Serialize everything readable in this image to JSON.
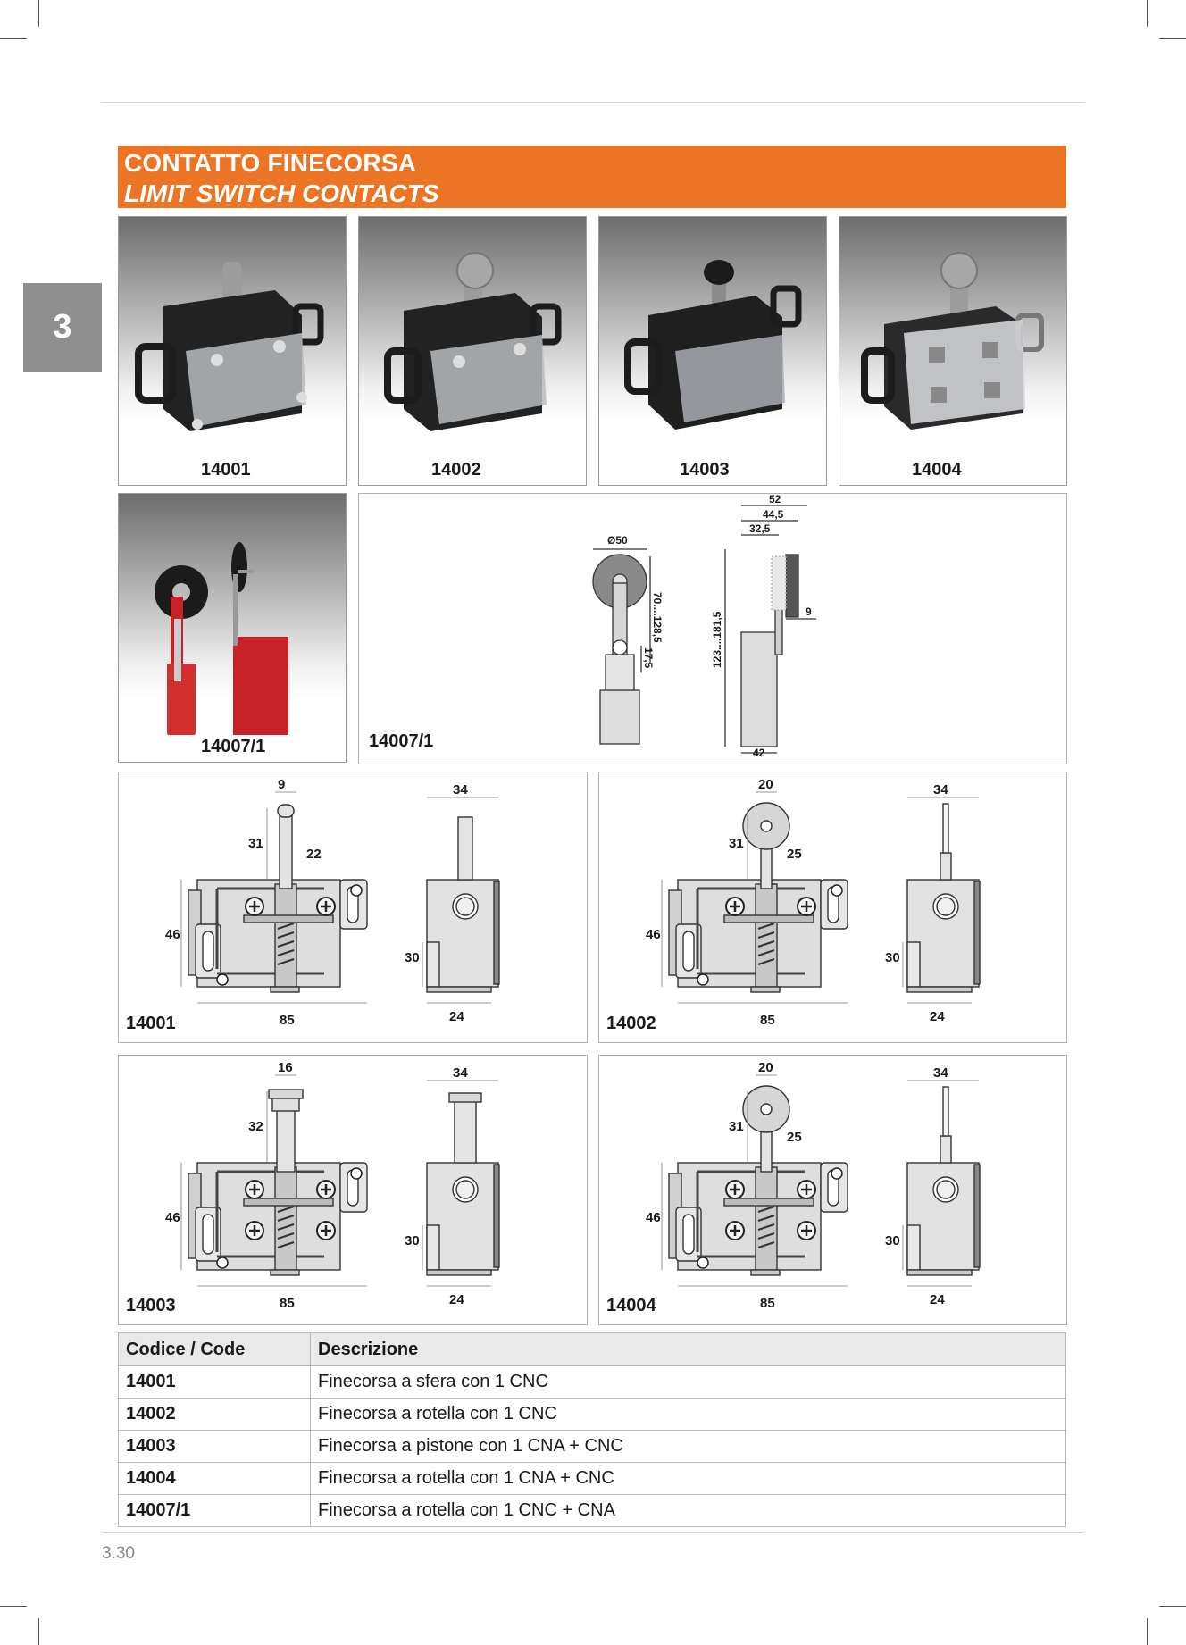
{
  "chapter": "3",
  "banner": {
    "title_it": "CONTATTO FINECORSA",
    "title_en": "LIMIT SWITCH CONTACTS"
  },
  "photos": [
    {
      "code": "14001",
      "actuator": "plunger"
    },
    {
      "code": "14002",
      "actuator": "roller"
    },
    {
      "code": "14003",
      "actuator": "piston"
    },
    {
      "code": "14004",
      "actuator": "roller-open"
    },
    {
      "code": "14007/1",
      "actuator": "roller-lever"
    }
  ],
  "lever_drawing": {
    "code": "14007/1",
    "d_wheel": "Ø50",
    "lever_range": "70....128,5",
    "pivot": "17,5",
    "side_w1": "52",
    "side_w2": "44,5",
    "side_w3": "32,5",
    "height_range": "123....181,5",
    "wheel_t": "9",
    "base": "42"
  },
  "drawings": [
    {
      "code": "14001",
      "top": "9",
      "stem": "31",
      "stem_w": "22",
      "h": "46",
      "w": "85",
      "side_w": "34",
      "side_h": "30",
      "side_d": "24"
    },
    {
      "code": "14002",
      "top": "20",
      "stem": "31",
      "stem_w": "25",
      "h": "46",
      "w": "85",
      "side_w": "34",
      "side_h": "30",
      "side_d": "24"
    },
    {
      "code": "14003",
      "top": "16",
      "stem": "32",
      "stem_w": "",
      "h": "46",
      "w": "85",
      "side_w": "34",
      "side_h": "30",
      "side_d": "24"
    },
    {
      "code": "14004",
      "top": "20",
      "stem": "31",
      "stem_w": "25",
      "h": "46",
      "w": "85",
      "side_w": "34",
      "side_h": "30",
      "side_d": "24"
    }
  ],
  "table": {
    "headers": [
      "Codice / Code",
      "Descrizione"
    ],
    "rows": [
      {
        "code": "14001",
        "desc": "Finecorsa a sfera con 1 CNC"
      },
      {
        "code": "14002",
        "desc": "Finecorsa a rotella con 1 CNC"
      },
      {
        "code": "14003",
        "desc": "Finecorsa a pistone con 1 CNA + CNC"
      },
      {
        "code": "14004",
        "desc": "Finecorsa a rotella con 1 CNA + CNC"
      },
      {
        "code": "14007/1",
        "desc": "Finecorsa a rotella con 1 CNC + CNA"
      }
    ]
  },
  "page_number": "3.30"
}
